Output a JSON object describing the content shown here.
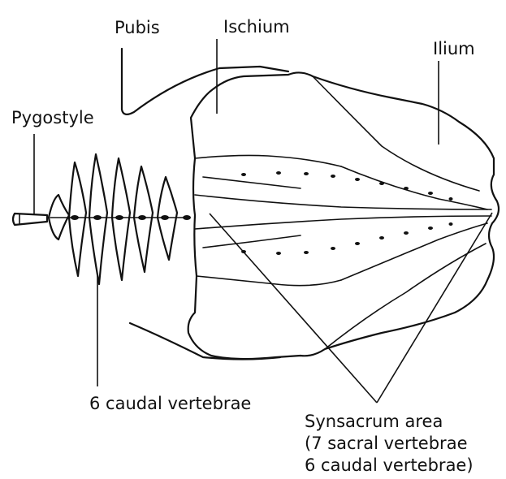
{
  "diagram": {
    "labels": {
      "pubis": "Pubis",
      "ischium": "Ischium",
      "ilium": "Ilium",
      "pygostyle": "Pygostyle",
      "caudal_vertebrae": "6 caudal vertebrae",
      "synsacrum_title": "Synsacrum area",
      "synsacrum_line1": "(7 sacral vertebrae",
      "synsacrum_line2": "6 caudal vertebrae)"
    }
  }
}
